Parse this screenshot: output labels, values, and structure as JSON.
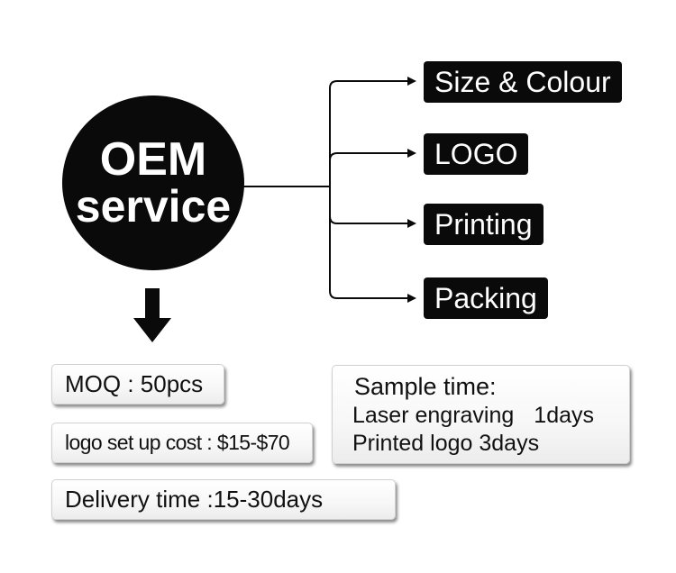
{
  "center": {
    "line1": "OEM",
    "line2": "service"
  },
  "options": [
    "Size & Colour",
    "LOGO",
    "Printing",
    "Packing"
  ],
  "details": {
    "moq": "MOQ : 50pcs",
    "logo_cost": "logo set up cost : $15-$70",
    "delivery": "Delivery time :15-30days",
    "sample": {
      "title": "Sample time:",
      "laser_label": "Laser engraving",
      "laser_days": "1days",
      "printed": "Printed logo 3days"
    }
  },
  "colors": {
    "fill": "#0a0a0a",
    "text_on_fill": "#ffffff",
    "box_border": "#d0d0d0"
  }
}
